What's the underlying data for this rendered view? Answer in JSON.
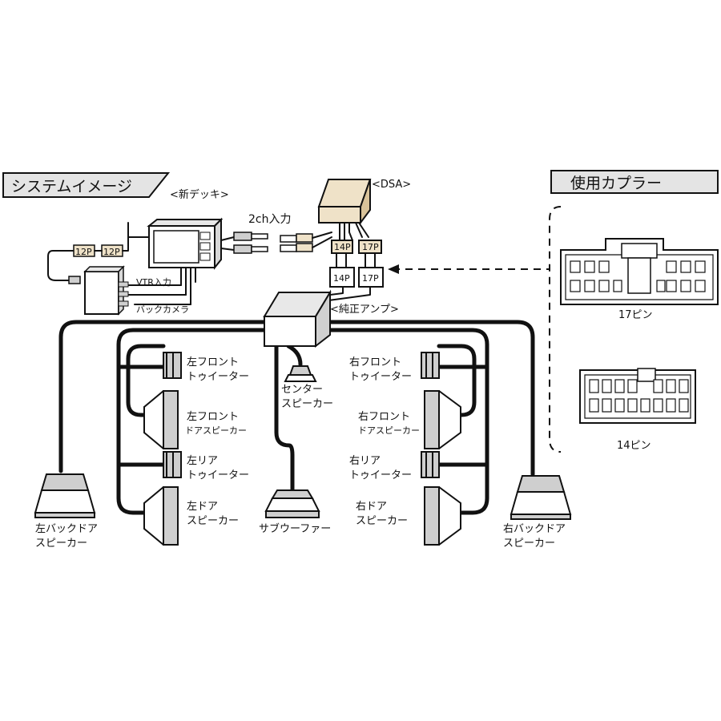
{
  "header": {
    "system_title": "システムイメージ",
    "coupler_title": "使用カプラー"
  },
  "head_unit": {
    "label": "<新デッキ>"
  },
  "dsa": {
    "label": "<DSA>",
    "connector_14": "14P",
    "connector_17": "17P"
  },
  "stereo_input": {
    "label": "2ch入力"
  },
  "camera": {
    "connector_a": "12P",
    "connector_b": "12P",
    "vtr_label": "VTR入力",
    "camera_label": "バックカメラ"
  },
  "amp": {
    "label": "<純正アンプ>",
    "connector_14": "14P",
    "connector_17": "17P"
  },
  "speakers": {
    "left_front_tweeter": [
      "左フロント",
      "トゥイーター"
    ],
    "left_front_door": [
      "左フロント",
      "ドアスピーカー"
    ],
    "left_rear_tweeter": [
      "左リア",
      "トゥイーター"
    ],
    "left_door": [
      "左ドア",
      "スピーカー"
    ],
    "left_back_door": [
      "左バックドア",
      "スピーカー"
    ],
    "center": [
      "センター",
      "スピーカー"
    ],
    "subwoofer": "サブウーファー",
    "right_front_tweeter": [
      "右フロント",
      "トゥイーター"
    ],
    "right_front_door": [
      "右フロント",
      "ドアスピーカー"
    ],
    "right_rear_tweeter": [
      "右リア",
      "トゥイーター"
    ],
    "right_door": [
      "右ドア",
      "スピーカー"
    ],
    "right_back_door": [
      "右バックドア",
      "スピーカー"
    ]
  },
  "couplers": {
    "pin17": "17ピン",
    "pin14": "14ピン"
  },
  "colors": {
    "line": "#111111",
    "connector_tan": "#efe2c8",
    "shade": "#cfcfcf"
  }
}
